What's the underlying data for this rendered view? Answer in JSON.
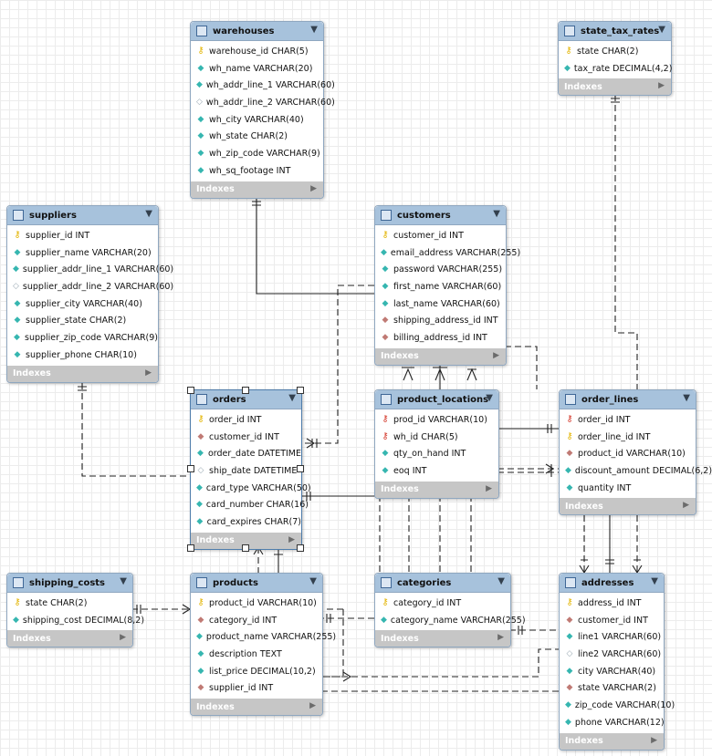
{
  "colors": {
    "header": "#a7c2dc",
    "indexes_band": "#c6c6c6",
    "pk": "#e3b400",
    "not_null": "#36b6b0",
    "fk": "#c07a74"
  },
  "indexes_label": "Indexes",
  "tables": {
    "warehouses": {
      "name": "warehouses",
      "columns": [
        {
          "icon": "pk",
          "text": "warehouse_id CHAR(5)"
        },
        {
          "icon": "nn",
          "text": "wh_name VARCHAR(20)"
        },
        {
          "icon": "nn",
          "text": "wh_addr_line_1 VARCHAR(60)"
        },
        {
          "icon": "nul",
          "text": "wh_addr_line_2 VARCHAR(60)"
        },
        {
          "icon": "nn",
          "text": "wh_city VARCHAR(40)"
        },
        {
          "icon": "nn",
          "text": "wh_state CHAR(2)"
        },
        {
          "icon": "nn",
          "text": "wh_zip_code VARCHAR(9)"
        },
        {
          "icon": "nn",
          "text": "wh_sq_footage INT"
        }
      ]
    },
    "state_tax_rates": {
      "name": "state_tax_rates",
      "columns": [
        {
          "icon": "pk",
          "text": "state CHAR(2)"
        },
        {
          "icon": "nn",
          "text": "tax_rate DECIMAL(4,2)"
        }
      ]
    },
    "suppliers": {
      "name": "suppliers",
      "columns": [
        {
          "icon": "pk",
          "text": "supplier_id INT"
        },
        {
          "icon": "nn",
          "text": "supplier_name VARCHAR(20)"
        },
        {
          "icon": "nn",
          "text": "supplier_addr_line_1 VARCHAR(60)"
        },
        {
          "icon": "nul",
          "text": "supplier_addr_line_2 VARCHAR(60)"
        },
        {
          "icon": "nn",
          "text": "supplier_city VARCHAR(40)"
        },
        {
          "icon": "nn",
          "text": "supplier_state CHAR(2)"
        },
        {
          "icon": "nn",
          "text": "supplier_zip_code VARCHAR(9)"
        },
        {
          "icon": "nn",
          "text": "supplier_phone CHAR(10)"
        }
      ]
    },
    "customers": {
      "name": "customers",
      "columns": [
        {
          "icon": "pk",
          "text": "customer_id INT"
        },
        {
          "icon": "nn",
          "text": "email_address VARCHAR(255)"
        },
        {
          "icon": "nn",
          "text": "password VARCHAR(255)"
        },
        {
          "icon": "nn",
          "text": "first_name VARCHAR(60)"
        },
        {
          "icon": "nn",
          "text": "last_name VARCHAR(60)"
        },
        {
          "icon": "fk",
          "text": "shipping_address_id INT"
        },
        {
          "icon": "fk",
          "text": "billing_address_id INT"
        }
      ]
    },
    "orders": {
      "name": "orders",
      "columns": [
        {
          "icon": "pk",
          "text": "order_id INT"
        },
        {
          "icon": "fk",
          "text": "customer_id INT"
        },
        {
          "icon": "nn",
          "text": "order_date DATETIME"
        },
        {
          "icon": "nul",
          "text": "ship_date DATETIME"
        },
        {
          "icon": "nn",
          "text": "card_type VARCHAR(50)"
        },
        {
          "icon": "nn",
          "text": "card_number CHAR(16)"
        },
        {
          "icon": "nn",
          "text": "card_expires CHAR(7)"
        }
      ]
    },
    "product_locations": {
      "name": "product_locations",
      "columns": [
        {
          "icon": "pkfk",
          "text": "prod_id VARCHAR(10)"
        },
        {
          "icon": "pkfk",
          "text": "wh_id CHAR(5)"
        },
        {
          "icon": "nn",
          "text": "qty_on_hand INT"
        },
        {
          "icon": "nn",
          "text": "eoq INT"
        }
      ]
    },
    "order_lines": {
      "name": "order_lines",
      "columns": [
        {
          "icon": "pkfk",
          "text": "order_id INT"
        },
        {
          "icon": "pk",
          "text": "order_line_id INT"
        },
        {
          "icon": "fk",
          "text": "product_id VARCHAR(10)"
        },
        {
          "icon": "nn",
          "text": "discount_amount DECIMAL(6,2)"
        },
        {
          "icon": "nn",
          "text": "quantity INT"
        }
      ]
    },
    "shipping_costs": {
      "name": "shipping_costs",
      "columns": [
        {
          "icon": "pk",
          "text": "state CHAR(2)"
        },
        {
          "icon": "nn",
          "text": "shipping_cost DECIMAL(8,2)"
        }
      ]
    },
    "products": {
      "name": "products",
      "columns": [
        {
          "icon": "pk",
          "text": "product_id VARCHAR(10)"
        },
        {
          "icon": "fk",
          "text": "category_id INT"
        },
        {
          "icon": "nn",
          "text": "product_name VARCHAR(255)"
        },
        {
          "icon": "nn",
          "text": "description TEXT"
        },
        {
          "icon": "nn",
          "text": "list_price DECIMAL(10,2)"
        },
        {
          "icon": "fk",
          "text": "supplier_id INT"
        }
      ]
    },
    "categories": {
      "name": "categories",
      "columns": [
        {
          "icon": "pk",
          "text": "category_id INT"
        },
        {
          "icon": "nn",
          "text": "category_name VARCHAR(255)"
        }
      ]
    },
    "addresses": {
      "name": "addresses",
      "columns": [
        {
          "icon": "pk",
          "text": "address_id INT"
        },
        {
          "icon": "fk",
          "text": "customer_id INT"
        },
        {
          "icon": "nn",
          "text": "line1 VARCHAR(60)"
        },
        {
          "icon": "nul",
          "text": "line2 VARCHAR(60)"
        },
        {
          "icon": "nn",
          "text": "city VARCHAR(40)"
        },
        {
          "icon": "fk",
          "text": "state VARCHAR(2)"
        },
        {
          "icon": "nn",
          "text": "zip_code VARCHAR(10)"
        },
        {
          "icon": "nn",
          "text": "phone VARCHAR(12)"
        }
      ]
    }
  }
}
